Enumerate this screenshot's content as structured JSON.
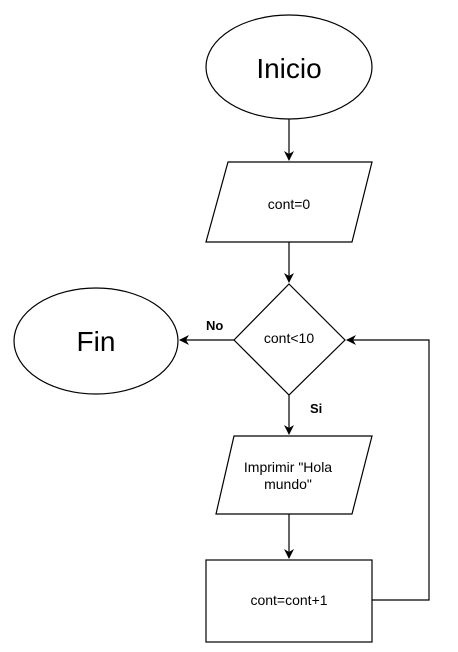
{
  "diagram": {
    "nodes": {
      "start": {
        "label": "Inicio",
        "shape": "ellipse"
      },
      "init": {
        "label": "cont=0",
        "shape": "parallelogram"
      },
      "condition": {
        "label": "cont<10",
        "shape": "diamond"
      },
      "print": {
        "label": "Imprimir \"Hola mundo\"",
        "shape": "parallelogram"
      },
      "increment": {
        "label": "cont=cont+1",
        "shape": "rectangle"
      },
      "end": {
        "label": "Fin",
        "shape": "ellipse"
      }
    },
    "edges": {
      "false_label": "No",
      "true_label": "Si"
    },
    "colors": {
      "stroke": "#000000",
      "fill": "#ffffff",
      "text": "#000000"
    }
  }
}
